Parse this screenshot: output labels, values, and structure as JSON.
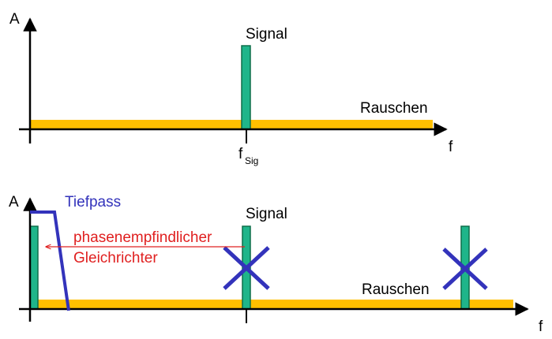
{
  "colors": {
    "noise": "#ffc000",
    "signal_fill": "#1fb58a",
    "signal_edge": "#0e6e4a",
    "axis": "#000000",
    "lowpass": "#3333bb",
    "annotation": "#e02020"
  },
  "top_panel": {
    "y_axis_label": "A",
    "x_axis_label": "f",
    "signal_label": "Signal",
    "noise_label": "Rauschen",
    "freq_tick_label": "f",
    "freq_tick_subscript": "Sig"
  },
  "bottom_panel": {
    "y_axis_label": "A",
    "x_axis_label": "f",
    "signal_label": "Signal",
    "noise_label": "Rauschen",
    "lowpass_label": "Tiefpass",
    "rectifier_label_line1": "phasenempfindlicher",
    "rectifier_label_line2": "Gleichrichter"
  }
}
